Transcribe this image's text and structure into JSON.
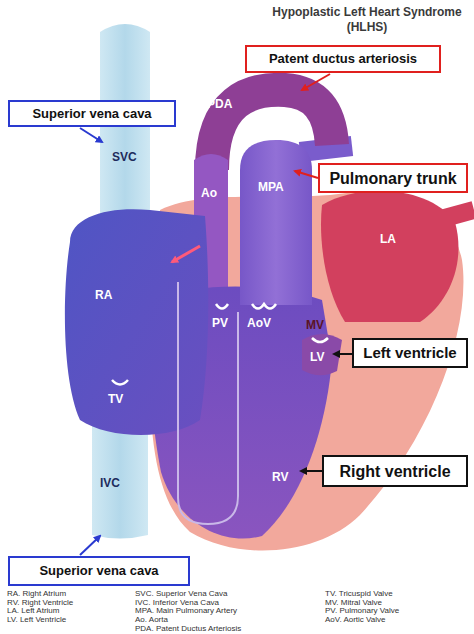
{
  "diagram": {
    "title": "Hypoplastic Left Heart Syndrome (HLHS)",
    "nodes": [
      {
        "text": [
          "Patent ductus arteriosis"
        ]
      },
      {
        "text": [
          "Superior vena cava"
        ]
      },
      {
        "text": [
          "Pulmonary trunk"
        ]
      },
      {
        "text": [
          "Left ventricle"
        ]
      },
      {
        "text": [
          "Right ventricle"
        ]
      },
      {
        "text": [
          "Superior vena cava"
        ]
      }
    ],
    "labels": [
      "SVC",
      "PDA",
      "Ao",
      "MPA",
      "LA",
      "RA",
      "PV",
      "AoV",
      "MV",
      "LV",
      "TV",
      "RV",
      "IVC",
      "RA. Right Atrium",
      "RV. Right Ventricle",
      "LA. Left Atrium",
      "LV. Left Ventricle",
      "SVC. Superior Vena Cava",
      "IVC. Inferior Vena Cava",
      "MPA. Main Pulmonary Artery",
      "Ao. Aorta",
      "PDA. Patent Ductus Arteriosis",
      "TV. Tricuspid Valve",
      "MV. Mitral Valve",
      "PV. Pulmonary Valve",
      "AoV. Aortic Valve"
    ]
  }
}
